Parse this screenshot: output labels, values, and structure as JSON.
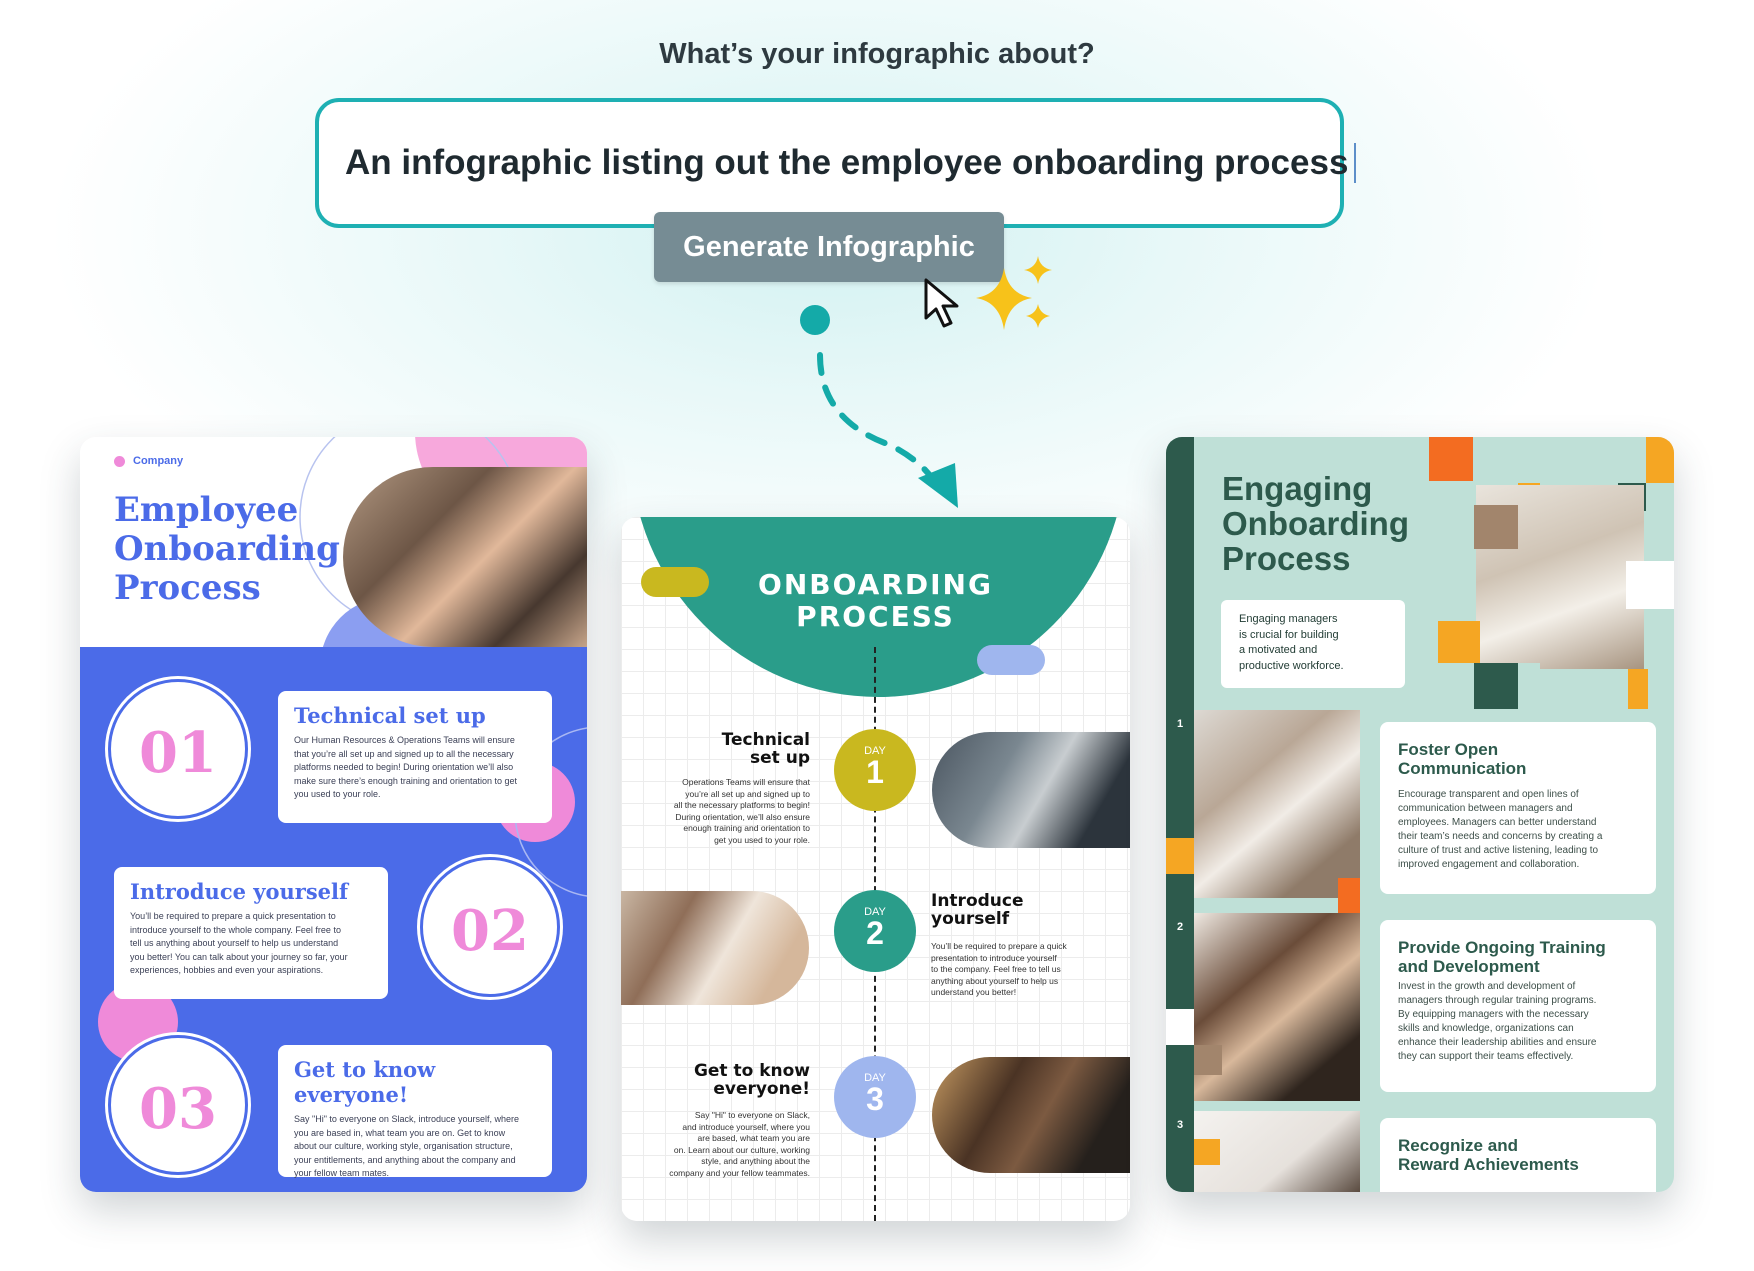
{
  "prompt": {
    "question": "What’s your infographic about?",
    "input_value": "An infographic listing out the employee onboarding process",
    "button_label": "Generate Infographic"
  },
  "colors": {
    "accent": "#1eb0b3",
    "blue": "#4b6be8",
    "pink": "#ef8ad9",
    "teal": "#2a9d8a",
    "mustard": "#c9b81f",
    "sage": "#bfe0d7",
    "darkgreen": "#2d5a4c",
    "orange": "#f36c21",
    "amber": "#f5a623"
  },
  "left": {
    "company": "Company",
    "title": [
      "Employee",
      "Onboarding",
      "Process"
    ],
    "steps": [
      {
        "num": "01",
        "title": "Technical set up",
        "lines": [
          "Our Human Resources & Operations Teams will ensure",
          "that you’re all set up and signed up to all the necessary",
          "platforms needed to begin! During orientation we’ll also",
          "make sure there’s enough training and orientation to get",
          "you used to your role."
        ]
      },
      {
        "num": "02",
        "title": "Introduce yourself",
        "lines": [
          "You’ll be required to prepare a quick presentation to",
          "introduce yourself to the whole company. Feel free to",
          "tell us anything about yourself to help us understand",
          "you better! You can talk about your journey so far, your",
          "experiences, hobbies and even your aspirations."
        ]
      },
      {
        "num": "03",
        "title": "Get to know everyone!",
        "lines": [
          "Say \"Hi\" to everyone on Slack, introduce yourself, where",
          "you are based in, what team you are on. Get to know",
          "about our culture, working style, organisation structure,",
          "your entitlements, and anything about the company and",
          "your fellow team mates."
        ]
      }
    ]
  },
  "middle": {
    "title": [
      "ONBOARDING",
      "PROCESS"
    ],
    "day_label": "DAY",
    "steps": [
      {
        "day": "1",
        "title": [
          "Technical",
          "set up"
        ],
        "lines": [
          "Operations Teams will ensure that",
          "you’re all set up and signed up to",
          "all the necessary platforms to begin!",
          "During orientation, we’ll also ensure",
          "enough training and orientation to",
          "get you used to your role."
        ]
      },
      {
        "day": "2",
        "title": [
          "Introduce",
          "yourself"
        ],
        "lines": [
          "You’ll be required to prepare a quick",
          "presentation to introduce yourself",
          "to the company. Feel free to tell us",
          "anything about yourself to help us",
          "understand you better!"
        ]
      },
      {
        "day": "3",
        "title": [
          "Get to know",
          "everyone!"
        ],
        "lines": [
          "Say \"Hi\" to everyone on Slack,",
          "and introduce yourself, where you",
          "are based, what team you are",
          "on. Learn about our culture, working",
          "style, and anything about the",
          "company and your fellow teammates."
        ]
      }
    ]
  },
  "right": {
    "title": [
      "Engaging",
      "Onboarding",
      "Process"
    ],
    "intro": [
      "Engaging managers",
      "is crucial for building",
      "a motivated and",
      "productive workforce."
    ],
    "steps": [
      {
        "num": "1",
        "title": [
          "Foster Open",
          "Communication"
        ],
        "lines": [
          "Encourage transparent and open lines of",
          "communication between managers and",
          "employees. Managers can better understand",
          "their team’s needs and concerns by creating a",
          "culture of trust and active listening, leading to",
          "improved engagement and collaboration."
        ]
      },
      {
        "num": "2",
        "title": [
          "Provide Ongoing Training",
          "and Development"
        ],
        "lines": [
          "Invest in the growth and development of",
          "managers through regular training programs.",
          "By equipping managers with the necessary",
          "skills and knowledge, organizations can",
          "enhance their leadership abilities and ensure",
          "they can support their teams effectively."
        ]
      },
      {
        "num": "3",
        "title": [
          "Recognize and",
          "Reward Achievements"
        ],
        "lines": []
      }
    ]
  }
}
